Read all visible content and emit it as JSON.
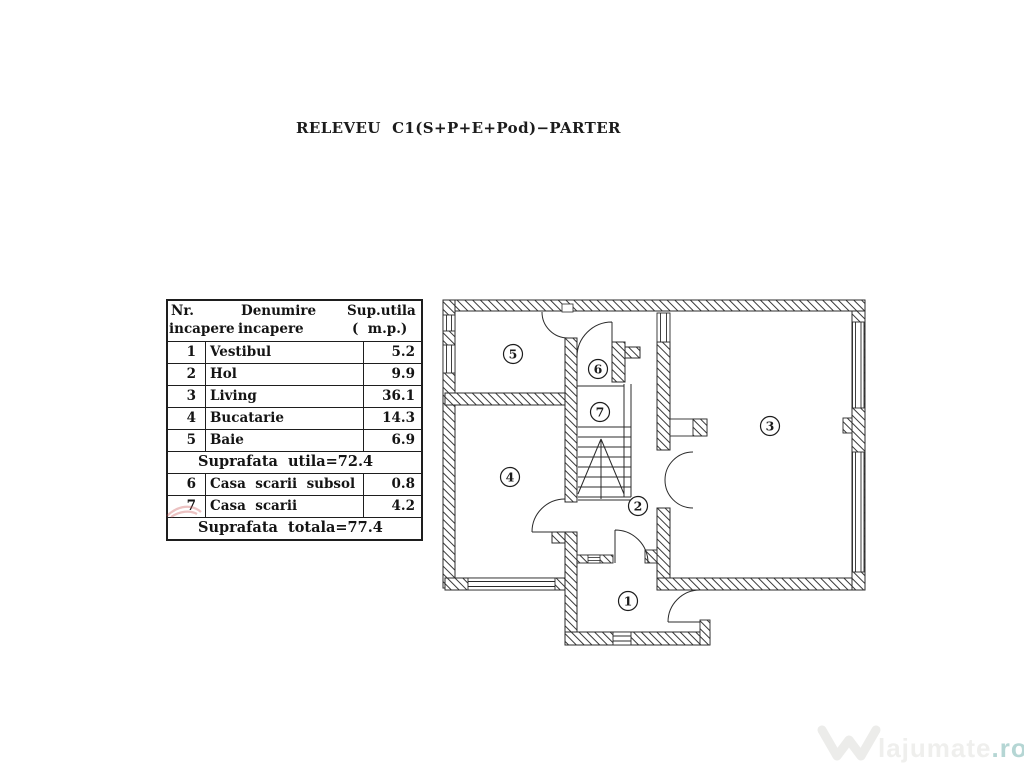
{
  "title": "RELEVEU  C1(S+P+E+Pod)−PARTER",
  "table": {
    "header": {
      "nr_line1": "Nr.",
      "nr_line2": "incapere",
      "name_line1": "Denumire",
      "name_line2": "incapere",
      "area_line1": "Sup.utila",
      "area_line2": "(  m.p.)"
    },
    "rows": [
      {
        "nr": "1",
        "name": "Vestibul",
        "area": "5.2"
      },
      {
        "nr": "2",
        "name": "Hol",
        "area": "9.9"
      },
      {
        "nr": "3",
        "name": "Living",
        "area": "36.1"
      },
      {
        "nr": "4",
        "name": "Bucatarie",
        "area": "14.3"
      },
      {
        "nr": "5",
        "name": "Baie",
        "area": "6.9"
      },
      {
        "nr": "6",
        "name": "Casa  scarii  subsol",
        "area": "0.8"
      },
      {
        "nr": "7",
        "name": "Casa  scarii",
        "area": "4.2"
      }
    ],
    "subtotal": "Suprafata  utila=72.4",
    "total": "Suprafata  totala=77.4"
  },
  "plan": {
    "room_numbers": [
      "1",
      "2",
      "3",
      "4",
      "5",
      "6",
      "7"
    ]
  },
  "watermark": {
    "name": "lajumate",
    "tld": ".ro"
  },
  "colors": {
    "line": "#2b2b2b",
    "watermark_gray": "#ededeb",
    "watermark_teal": "#b5d6d4",
    "stamp_red": "#c86060"
  }
}
